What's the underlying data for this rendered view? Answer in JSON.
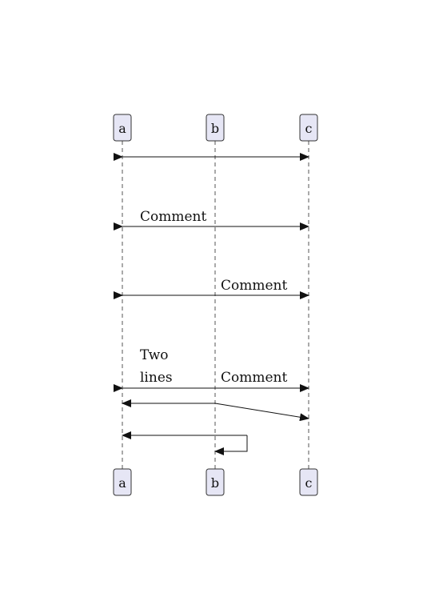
{
  "participants": [
    {
      "id": "a",
      "label": "a"
    },
    {
      "id": "b",
      "label": "b"
    },
    {
      "id": "c",
      "label": "c"
    }
  ],
  "messages": [
    {
      "from": "a",
      "to": "c",
      "style": "bidirectional",
      "label_left": "",
      "label_right": ""
    },
    {
      "from": "a",
      "to": "c",
      "style": "bidirectional",
      "label_left": "Comment",
      "label_right": ""
    },
    {
      "from": "a",
      "to": "c",
      "style": "bidirectional",
      "label_left": "",
      "label_right": "Comment"
    },
    {
      "from": "a",
      "to": "c",
      "style": "bidirectional",
      "label_left": "Two lines",
      "label_right": "Comment"
    },
    {
      "from": "b",
      "to": "a",
      "style": "forked",
      "fork_also_to": "c",
      "label_left": "",
      "label_right": ""
    },
    {
      "from": "b",
      "to": "a",
      "style": "forked-self",
      "label_left": "",
      "label_right": ""
    }
  ],
  "colors": {
    "participant_fill": "#e6e6f5",
    "participant_stroke": "#333333",
    "line": "#111111"
  }
}
